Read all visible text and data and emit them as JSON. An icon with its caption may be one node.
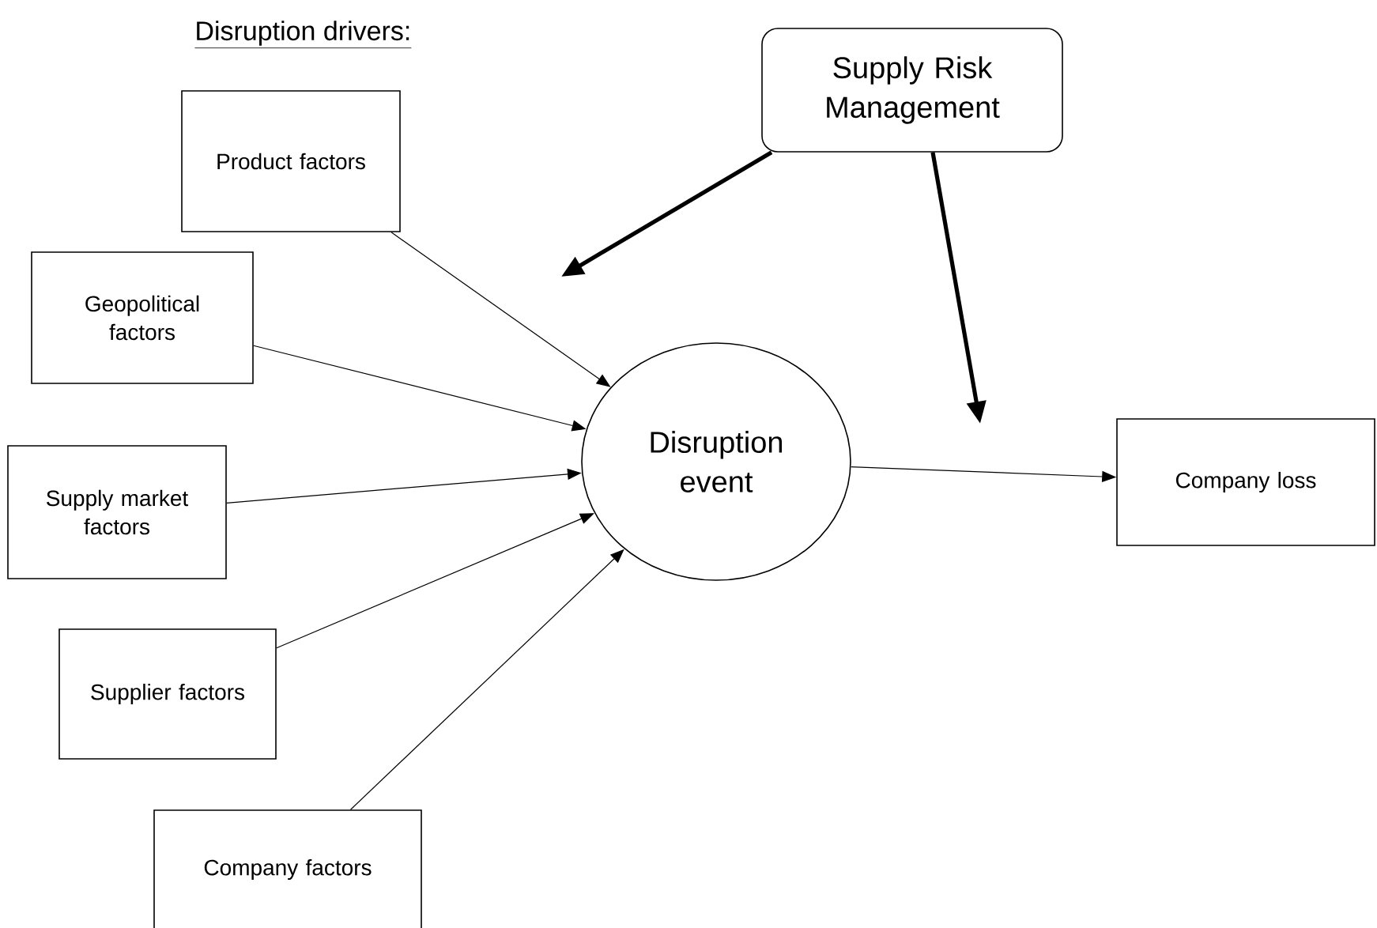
{
  "diagram": {
    "nodes": [
      {
        "text": [
          "Supply Risk Management"
        ]
      },
      {
        "text": [
          "Product factors"
        ]
      },
      {
        "text": [
          "Geopolitical factors"
        ]
      },
      {
        "text": [
          "Supply market factors"
        ]
      },
      {
        "text": [
          "Disruption event"
        ]
      },
      {
        "text": [
          "Company loss"
        ]
      },
      {
        "text": [
          "Supplier factors"
        ]
      },
      {
        "text": [
          "Company factors"
        ]
      }
    ],
    "edges": [
      {
        "from": 1,
        "to": 4,
        "arrow": "to"
      },
      {
        "from": 2,
        "to": 4,
        "arrow": "to"
      },
      {
        "from": 3,
        "to": 4,
        "arrow": "to"
      },
      {
        "from": 6,
        "to": 4,
        "arrow": "to"
      },
      {
        "from": 7,
        "to": 4,
        "arrow": "to"
      },
      {
        "from": 4,
        "to": 5,
        "arrow": "to"
      },
      {
        "from": 0,
        "to": null,
        "arrow": "to",
        "style": "thick"
      },
      {
        "from": 0,
        "to": null,
        "arrow": "to",
        "style": "thick"
      }
    ],
    "labels": [
      "Disruption drivers:"
    ]
  }
}
